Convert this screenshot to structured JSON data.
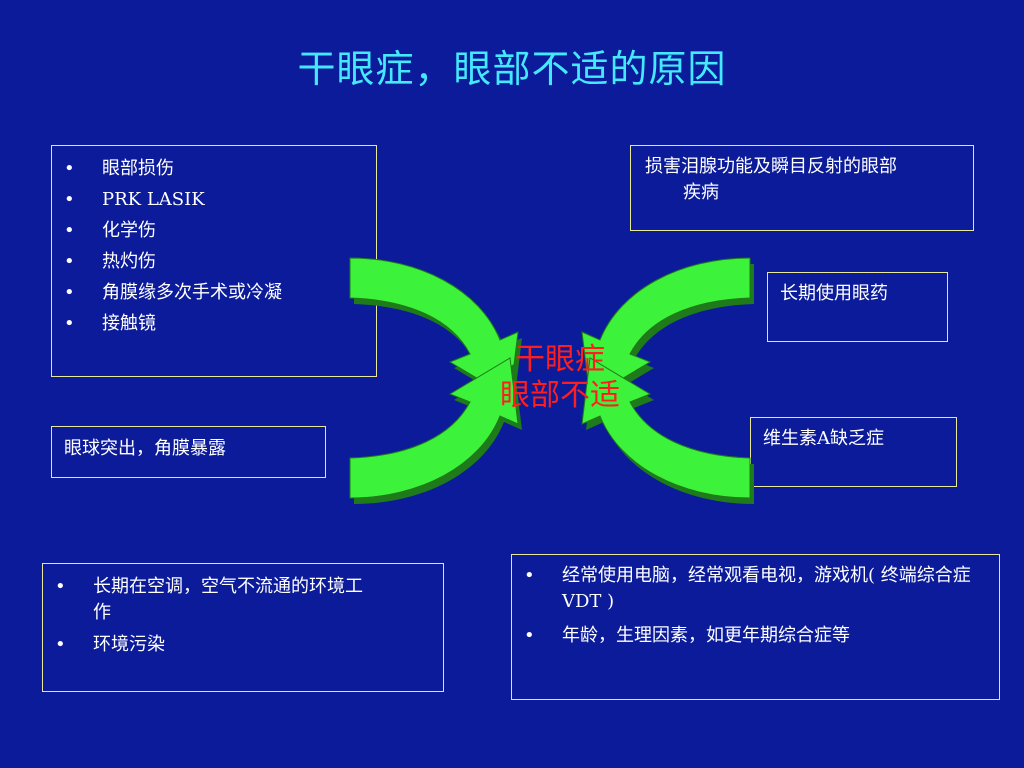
{
  "title": "干眼症，眼部不适的原因",
  "center": {
    "line1": "干眼症",
    "line2": "眼部不适"
  },
  "box_top_left": {
    "items": [
      "眼部损伤",
      "PRK LASIK",
      "化学伤",
      "热灼伤",
      "角膜缘多次手术或冷凝",
      "接触镜"
    ]
  },
  "box_top_right": {
    "line1": "损害泪腺功能及瞬目反射的眼部",
    "line2": "疾病"
  },
  "box_right_mid": {
    "text": "长期使用眼药"
  },
  "box_left_mid": {
    "text": "眼球突出，角膜暴露"
  },
  "box_right_lower": {
    "text": "维生素A缺乏症"
  },
  "box_bottom_left": {
    "items": [
      "长期在空调，空气不流通的环境工作",
      "环境污染"
    ]
  },
  "box_bottom_right": {
    "items": [
      "经常使用电脑，经常观看电视，游戏机( 终端综合症VDT )",
      "年龄，生理因素，如更年期综合症等"
    ]
  },
  "colors": {
    "background": "#0b1b9a",
    "title": "#44e8ff",
    "arrow_fill": "#3df23a",
    "arrow_shadow": "#1f7a1a",
    "center_text": "#ff1e1e",
    "box_border": "#e8e89a"
  }
}
